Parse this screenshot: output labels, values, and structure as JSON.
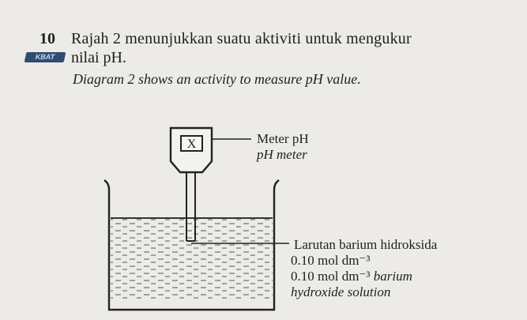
{
  "question": {
    "number": "10",
    "text_ms_line1": "Rajah 2 menunjukkan suatu aktiviti untuk mengukur",
    "badge": "KBAT",
    "text_ms_line2": "nilai pH.",
    "text_en": "Diagram 2 shows an activity to measure pH value."
  },
  "diagram": {
    "meter_display": "X",
    "meter_label_ms": "Meter pH",
    "meter_label_en": "pH meter",
    "solution_label_ms": "Larutan barium hidroksida",
    "solution_conc_ms": "0.10 mol dm⁻³",
    "solution_conc_en": "0.10 mol dm⁻³",
    "solution_en_word": "barium",
    "solution_en_line2": "hydroxide solution"
  },
  "colors": {
    "ink": "#1f1f1f",
    "badge": "#2f4c72",
    "background": "#ecebe8"
  }
}
